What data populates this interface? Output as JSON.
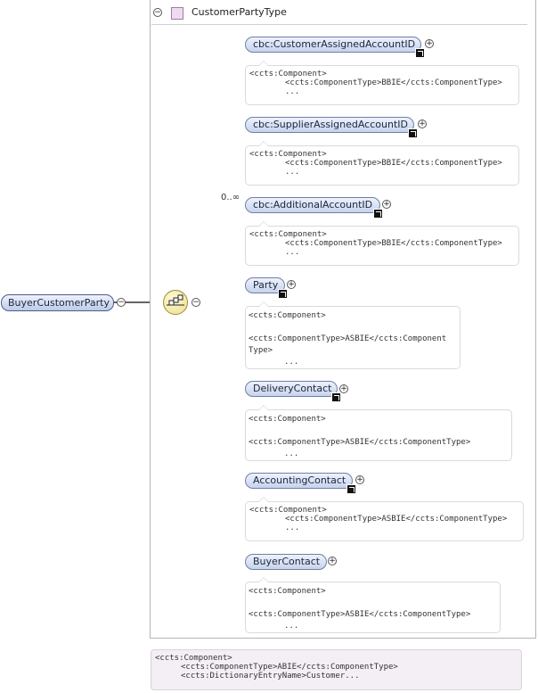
{
  "root_element": {
    "label": "BuyerCustomerParty"
  },
  "complex_type": {
    "label": "CustomerPartyType"
  },
  "cardinality": "0..∞",
  "children": [
    {
      "label": "cbc:CustomerAssignedAccountID",
      "doc": [
        "<ccts:Component>",
        "<ccts:ComponentType>BBIE</ccts:ComponentType>",
        "..."
      ]
    },
    {
      "label": "cbc:SupplierAssignedAccountID",
      "doc": [
        "<ccts:Component>",
        "<ccts:ComponentType>BBIE</ccts:ComponentType>",
        "..."
      ]
    },
    {
      "label": "cbc:AdditionalAccountID",
      "doc": [
        "<ccts:Component>",
        "<ccts:ComponentType>BBIE</ccts:ComponentType>",
        "..."
      ]
    },
    {
      "label": "Party",
      "doc": [
        "<ccts:Component>",
        "<ccts:ComponentType>ASBIE</ccts:Component",
        "Type>",
        "..."
      ]
    },
    {
      "label": "DeliveryContact",
      "doc": [
        "<ccts:Component>",
        "<ccts:ComponentType>ASBIE</ccts:ComponentType>",
        "..."
      ]
    },
    {
      "label": "AccountingContact",
      "doc": [
        "<ccts:Component>",
        "<ccts:ComponentType>ASBIE</ccts:ComponentType>",
        "..."
      ]
    },
    {
      "label": "BuyerContact",
      "doc": [
        "<ccts:Component>",
        "<ccts:ComponentType>ASBIE</ccts:ComponentType>",
        "..."
      ]
    }
  ],
  "type_doc": [
    "<ccts:Component>",
    "<ccts:ComponentType>ABIE</ccts:ComponentType>",
    "<ccts:DictionaryEntryName>Customer..."
  ],
  "colors": {
    "element_fill": "#c7d3ec",
    "element_border": "#6d80a8",
    "type_marker": "#efdbef",
    "sequence_fill": "#ecdd8a",
    "doc_background": "#f4eef5"
  }
}
